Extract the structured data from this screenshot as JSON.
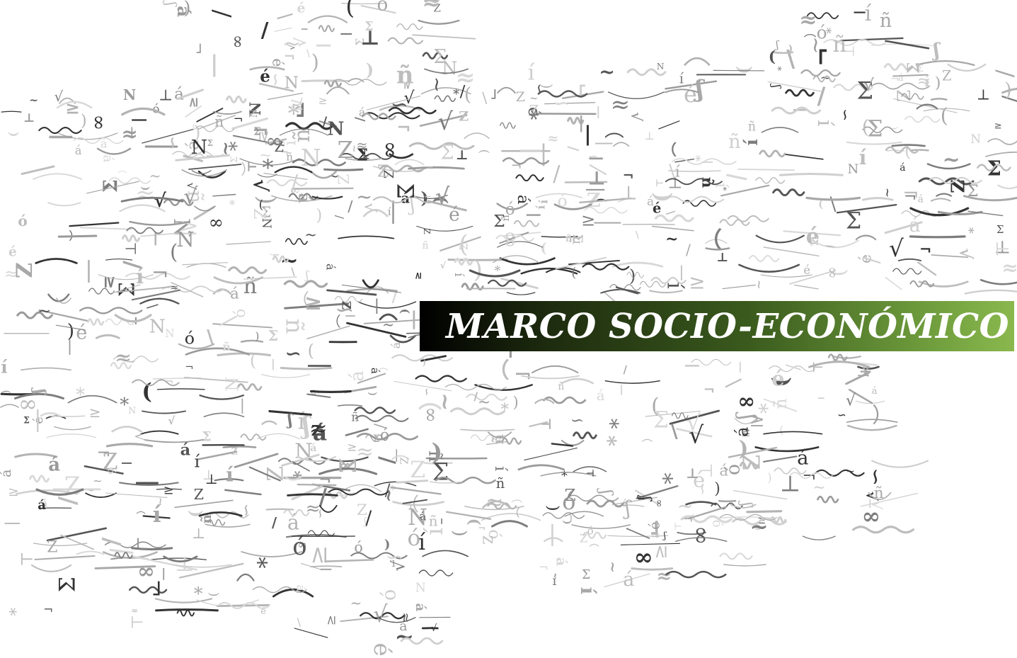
{
  "banner": {
    "title": "MARCO SOCIO-ECONÓMICO"
  },
  "glyph_pool": [
    "~",
    "─",
    "⌒",
    "ó",
    "é",
    "í",
    "ñ",
    "á",
    "(",
    ")",
    "*",
    "≥",
    "∞",
    "/",
    "\\",
    "|",
    "≈",
    "∽",
    "Z",
    "N",
    "Σ",
    "ʃ",
    "√",
    "⊥",
    "¬"
  ]
}
